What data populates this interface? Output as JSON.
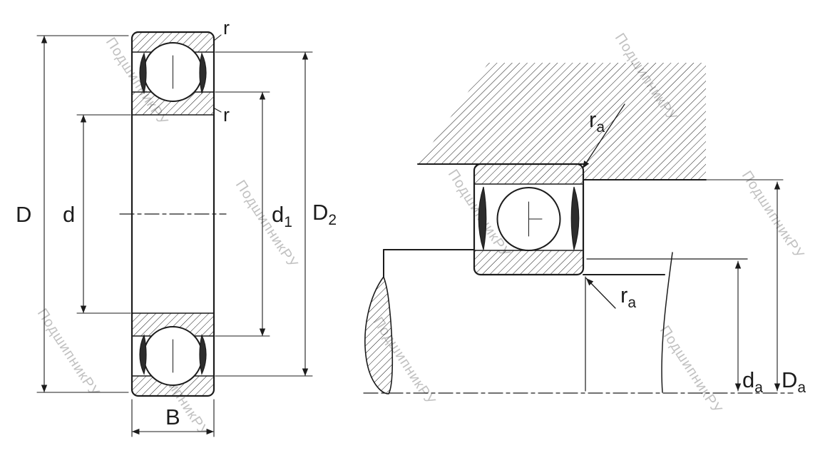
{
  "diagram": {
    "watermark_text": "ПодшипникРУ",
    "line_color": "#1c1c1c",
    "watermark_color": "#8f8f8f"
  },
  "front_view": {
    "labels": {
      "D": "D",
      "d": "d",
      "d1_main": "d",
      "d1_sub": "1",
      "D2_main": "D",
      "D2_sub": "2",
      "B": "B",
      "r_top": "r",
      "r_side": "r"
    }
  },
  "mounted_view": {
    "labels": {
      "ra_top_main": "r",
      "ra_top_sub": "a",
      "ra_bottom_main": "r",
      "ra_bottom_sub": "a",
      "da_main": "d",
      "da_sub": "a",
      "Da_main": "D",
      "Da_sub": "a"
    }
  }
}
